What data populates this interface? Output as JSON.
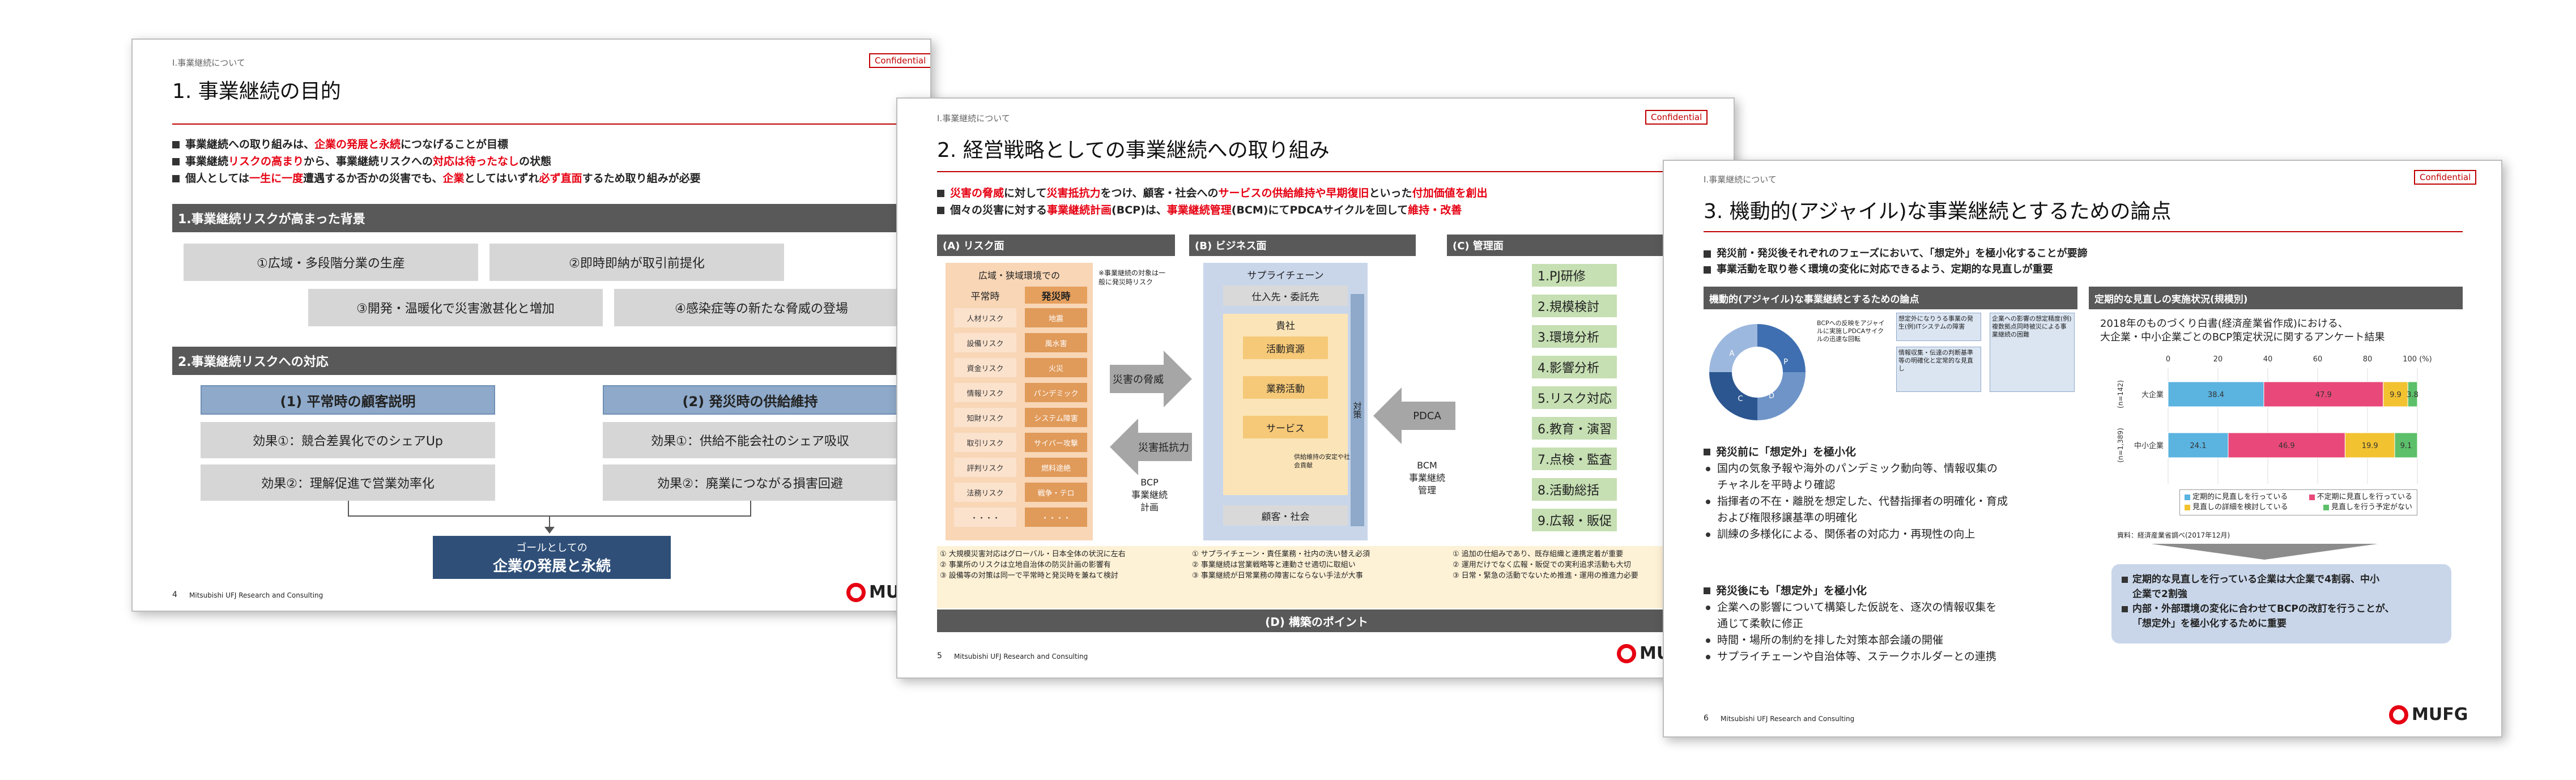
{
  "common": {
    "section_crumb": "Ⅰ.事業継続について",
    "confidential": "Confidential",
    "company_footer": "Mitsubishi UFJ Research and Consulting",
    "logo_text": "MUFG"
  },
  "slide1": {
    "page": "4",
    "title": "1. 事業継続の目的",
    "bullets": [
      [
        "事業継続への取り組みは、",
        "企業の発展と永続",
        "につなげることが目標"
      ],
      [
        "事業継続",
        "リスクの高まり",
        "から、事業継続リスクへの",
        "対応は待ったなし",
        "の状態"
      ],
      [
        "個人としては",
        "一生に一度",
        "遭遇するか否かの災害でも、",
        "企業",
        "としてはいずれ",
        "必ず直面",
        "するため取り組みが必要"
      ]
    ],
    "bar1": "1.事業継続リスクが高まった背景",
    "risk_boxes": [
      "①広域・多段階分業の生産",
      "②即時即納が取引前提化",
      "③開発・温暖化で災害激甚化と増加",
      "④感染症等の新たな脅威の登場"
    ],
    "bar2": "2.事業継続リスクへの対応",
    "col_left_head": "(1) 平常時の顧客説明",
    "col_right_head": "(2) 発災時の供給維持",
    "left_effects": [
      "効果①：競合差異化でのシェアUp",
      "効果②：理解促進で営業効率化"
    ],
    "right_effects": [
      "効果①：供給不能会社のシェア吸収",
      "効果②：廃業につながる損害回避"
    ],
    "goal_line1": "ゴールとしての",
    "goal_line2": "企業の発展と永続"
  },
  "slide2": {
    "page": "5",
    "title": "2. 経営戦略としての事業継続への取り組み",
    "bullets": [
      [
        "災害の脅威",
        "に対して",
        "災害抵抗力",
        "をつけ、顧客・社会への",
        "サービスの供給維持や早期復旧",
        "といった",
        "付加価値を創出"
      ],
      [
        "個々の災害に対する",
        "事業継続計画",
        "(BCP)は、",
        "事業継続管理",
        "(BCM)にてPDCAサイクルを回して",
        "維持・改善"
      ]
    ],
    "head_a": "(A) リスク面",
    "head_b": "(B) ビジネス面",
    "head_c": "(C) 管理面",
    "risk_title": "広域・狭域環境での",
    "risk_side_note": "※事業継続の対象は一般に発災時リスク",
    "col_normal": "平常時",
    "col_disaster": "発災時",
    "normal_items": [
      "人材リスク",
      "設備リスク",
      "資金リスク",
      "情報リスク",
      "知財リスク",
      "取引リスク",
      "評判リスク",
      "法務リスク",
      "・・・・"
    ],
    "disaster_items": [
      "地震",
      "風水害",
      "火災",
      "パンデミック",
      "システム障害",
      "サイバー攻撃",
      "燃料途絶",
      "戦争・テロ",
      "・・・・"
    ],
    "threat_label": "災害の脅威",
    "resist_label": "災害抵抗力",
    "bcp_label": [
      "BCP",
      "事業継続",
      "計画"
    ],
    "supply_chain": "サプライチェーン",
    "supplier": "仕入先・委託先",
    "company": "貴社",
    "activity_resources": "活動資源",
    "business_activity": "業務活動",
    "service": "サービス",
    "supply_note": "供給維持の安定や社会貢献",
    "customer": "顧客・社会",
    "side_label": "対策",
    "pdca_label": "PDCA",
    "bcm_label": [
      "BCM",
      "事業継続",
      "管理"
    ],
    "mgmt_items": [
      "1.PJ研修",
      "2.規模検討",
      "3.環境分析",
      "4.影響分析",
      "5.リスク対応",
      "6.教育・演習",
      "7.点検・監査",
      "8.活動総括",
      "9.広報・販促"
    ],
    "notes_a": [
      "① 大規模災害対応はグローバル・日本全体の状況に左右",
      "② 事業所のリスクは立地自治体の防災計画の影響有",
      "③ 設備等の対策は同一で平常時と発災時を兼ねて検討"
    ],
    "notes_b": [
      "① サプライチェーン・責任業務・社内の洗い替え必須",
      "② 事業継続は営業戦略等と連動させ適切に取組い",
      "③ 事業継続が日常業務の障害にならない手法が大事"
    ],
    "notes_c": [
      "① 追加の仕組みであり、既存組織と連携定着が重要",
      "② 運用だけでなく広報・販促での実利追求活動も大切",
      "③ 日常・緊急の活動でないため推進・運用の推進力必要"
    ],
    "footer_bar": "(D) 構築のポイント"
  },
  "slide3": {
    "page": "6",
    "title": "3. 機動的(アジャイル)な事業継続とするための論点",
    "bullets": [
      "発災前・発災後それぞれのフェーズにおいて、「想定外」を極小化することが要諦",
      "事業活動を取り巻く環境の変化に対応できるよう、定期的な見直しが重要"
    ],
    "left_head": "機動的(アジャイル)な事業継続とするための論点",
    "right_head": "定期的な見直しの実施状況(規模別)",
    "cycle_labels": [
      "P",
      "D",
      "C",
      "A"
    ],
    "callout1": "BCPへの反映をアジャイルに実施しPDCAサイクルの迅速な回転",
    "callout2": "想定外になりうる事業の発生(例)ITシステムの障害",
    "callout3": "企業への影響の想定精度(例)複数拠点同時被災による事業継続の困難",
    "callout4": "情報収集・伝達の判断基準等の明確化と定常的な見直し",
    "pre_head": "発災前に「想定外」を極小化",
    "pre_items": [
      "国内の気象予報や海外のパンデミック動向等、情報収集の",
      "チャネルを平時より確認",
      "指揮者の不在・離脱を想定した、代替指揮者の明確化・育成",
      "および権限移譲基準の明確化",
      "訓練の多様化による、関係者の対応力・再現性の向上"
    ],
    "post_head": "発災後にも「想定外」を極小化",
    "post_items": [
      "企業への影響について構築した仮説を、逐次の情報収集を",
      "通じて柔軟に修正",
      "時間・場所の制約を排した対策本部会議の開催",
      "サプライチェーンや自治体等、ステークホルダーとの連携"
    ],
    "chart_caption1": "2018年のものづくり白書(経済産業省作成)における、",
    "chart_caption2": "大企業・中小企業ごとのBCP策定状況に関するアンケート結果",
    "source": "資料：経済産業省調べ(2017年12月)",
    "conclusion": [
      "定期的な見直しを行っている企業は大企業で4割弱、中小",
      "企業で2割強",
      "内部・外部環境の変化に合わせてBCPの改訂を行うことが、",
      "「想定外」を極小化するために重要"
    ],
    "chart_data": {
      "type": "bar",
      "orientation": "horizontal-stacked",
      "title": "",
      "categories": [
        "大企業",
        "中小企業"
      ],
      "category_counts": [
        "(n=142)",
        "(n=1,389)"
      ],
      "series": [
        {
          "name": "定期的に見直しを行っている",
          "values": [
            38.4,
            24.1
          ],
          "color": "#5bb3e0"
        },
        {
          "name": "不定期に見直しを行っている",
          "values": [
            47.9,
            46.9
          ],
          "color": "#e8497a"
        },
        {
          "name": "見直しの詳細を検討している",
          "values": [
            9.9,
            19.9
          ],
          "color": "#f2c230"
        },
        {
          "name": "見直しを行う予定がない",
          "values": [
            3.8,
            9.1
          ],
          "color": "#5cc06a"
        }
      ],
      "value_labels": [
        [
          "38.4",
          "47.9",
          "9.9",
          "3.8"
        ],
        [
          "24.1",
          "46.9",
          "19.9",
          "9.1"
        ]
      ],
      "xticks": [
        "0",
        "20",
        "40",
        "60",
        "80",
        "100 (%)"
      ],
      "xlim": [
        0,
        100
      ]
    }
  }
}
